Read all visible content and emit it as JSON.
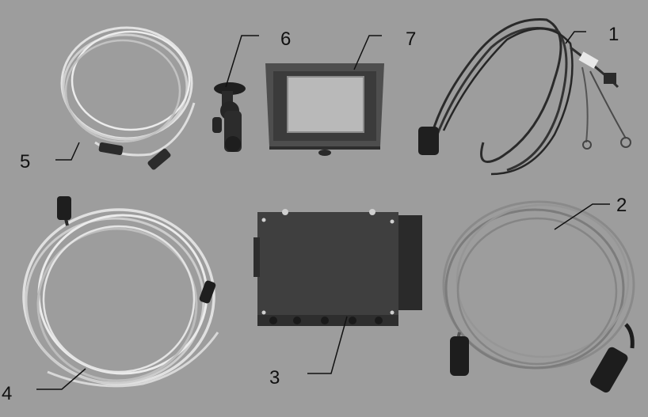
{
  "figure": {
    "callouts": [
      {
        "id": "c1",
        "text": "1"
      },
      {
        "id": "c2",
        "text": "2"
      },
      {
        "id": "c3",
        "text": "3"
      },
      {
        "id": "c4",
        "text": "4"
      },
      {
        "id": "c5",
        "text": "5"
      },
      {
        "id": "c6",
        "text": "6"
      },
      {
        "id": "c7",
        "text": "7"
      }
    ]
  },
  "colors": {
    "table": "#9d9d9d",
    "cable_light": "#d6d6d6",
    "cable_dark": "#2f2f2f",
    "device_body": "#4a4a4a",
    "screen": "#b7b7b7",
    "label_text": "#111111"
  }
}
